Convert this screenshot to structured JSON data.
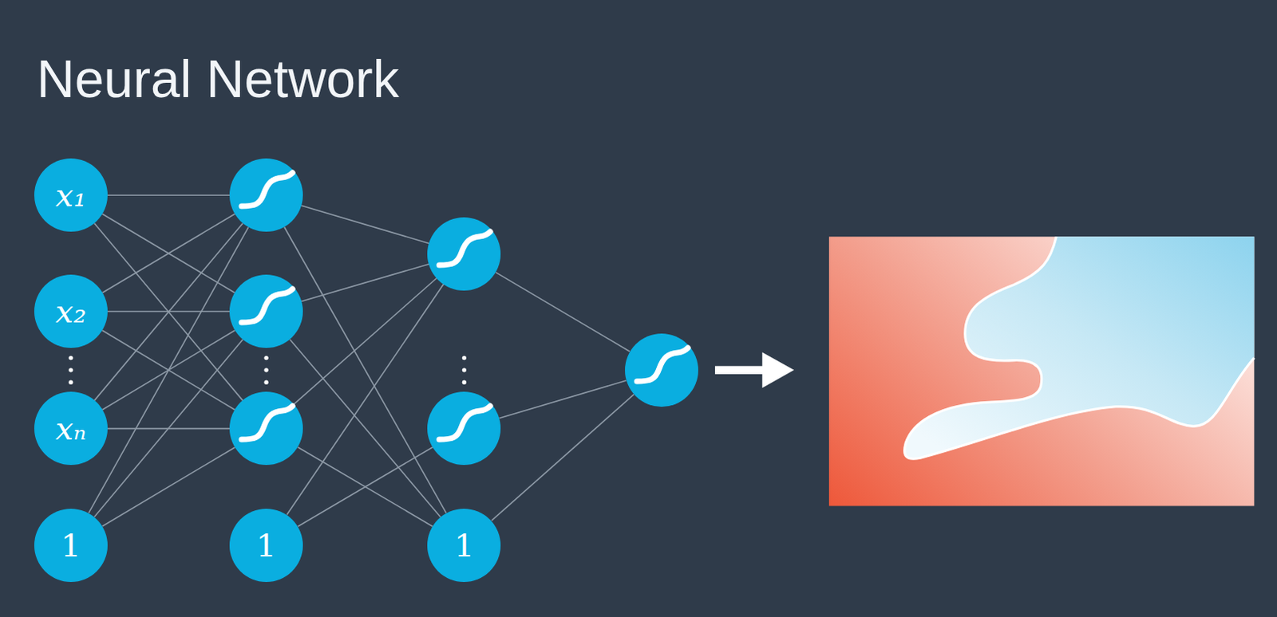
{
  "diagram": {
    "title": "Neural Network",
    "nodes": [
      {
        "text": [
          "x₁"
        ]
      },
      {
        "text": [
          "x₂"
        ]
      },
      {
        "text": [
          "xₙ"
        ]
      },
      {
        "text": [
          "1"
        ]
      },
      {
        "text": []
      },
      {
        "text": []
      },
      {
        "text": []
      },
      {
        "text": [
          "1"
        ]
      },
      {
        "text": []
      },
      {
        "text": []
      },
      {
        "text": [
          "1"
        ]
      },
      {
        "text": []
      }
    ],
    "edges": [
      {
        "from": 0,
        "to": 4,
        "arrow": "none"
      },
      {
        "from": 0,
        "to": 5,
        "arrow": "none"
      },
      {
        "from": 0,
        "to": 6,
        "arrow": "none"
      },
      {
        "from": 1,
        "to": 4,
        "arrow": "none"
      },
      {
        "from": 1,
        "to": 5,
        "arrow": "none"
      },
      {
        "from": 1,
        "to": 6,
        "arrow": "none"
      },
      {
        "from": 2,
        "to": 4,
        "arrow": "none"
      },
      {
        "from": 2,
        "to": 5,
        "arrow": "none"
      },
      {
        "from": 2,
        "to": 6,
        "arrow": "none"
      },
      {
        "from": 3,
        "to": 4,
        "arrow": "none"
      },
      {
        "from": 3,
        "to": 5,
        "arrow": "none"
      },
      {
        "from": 3,
        "to": 6,
        "arrow": "none"
      },
      {
        "from": 4,
        "to": 8,
        "arrow": "none"
      },
      {
        "from": 5,
        "to": 8,
        "arrow": "none"
      },
      {
        "from": 6,
        "to": 8,
        "arrow": "none"
      },
      {
        "from": 7,
        "to": 8,
        "arrow": "none"
      },
      {
        "from": 7,
        "to": 9,
        "arrow": "none"
      },
      {
        "from": 4,
        "to": 10,
        "arrow": "none"
      },
      {
        "from": 5,
        "to": 10,
        "arrow": "none"
      },
      {
        "from": 6,
        "to": 10,
        "arrow": "none"
      },
      {
        "from": 8,
        "to": 11,
        "arrow": "none"
      },
      {
        "from": 9,
        "to": 11,
        "arrow": "none"
      },
      {
        "from": 10,
        "to": 11,
        "arrow": "none"
      }
    ]
  }
}
